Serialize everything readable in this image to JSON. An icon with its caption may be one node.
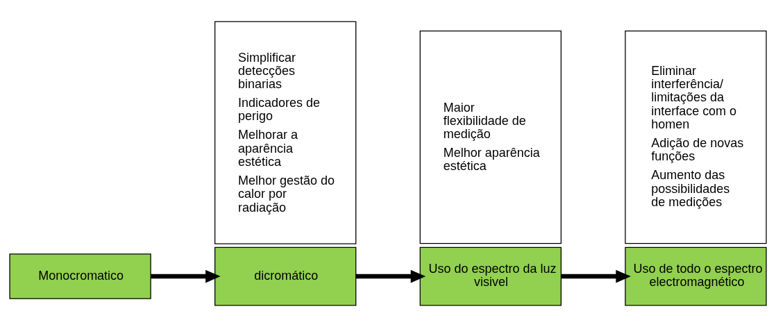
{
  "diagram": {
    "nodes": [
      {
        "text": [
          "Monocromatico"
        ]
      },
      {
        "text": [
          "dicromático"
        ]
      },
      {
        "text": [
          "Simplificar detecções binarias",
          "Indicadores de perigo",
          "Melhorar a aparência estética",
          "Melhor gestão do calor por radiação"
        ]
      },
      {
        "text": [
          "Uso do espectro da luz visivel"
        ]
      },
      {
        "text": [
          "Maior flexibilidade de medição",
          "Melhor aparência estética"
        ]
      },
      {
        "text": [
          "Uso de todo o espectro electromagnético"
        ]
      },
      {
        "text": [
          "Eliminar interferência/ limitações da interface com o homen",
          "Adição de novas funções",
          "Aumento das possibilidades de medições"
        ]
      }
    ],
    "edges": [
      {
        "from": 0,
        "to": 1,
        "arrow": "to"
      },
      {
        "from": 1,
        "to": 3,
        "arrow": "to"
      },
      {
        "from": 3,
        "to": 5,
        "arrow": "to"
      }
    ]
  }
}
